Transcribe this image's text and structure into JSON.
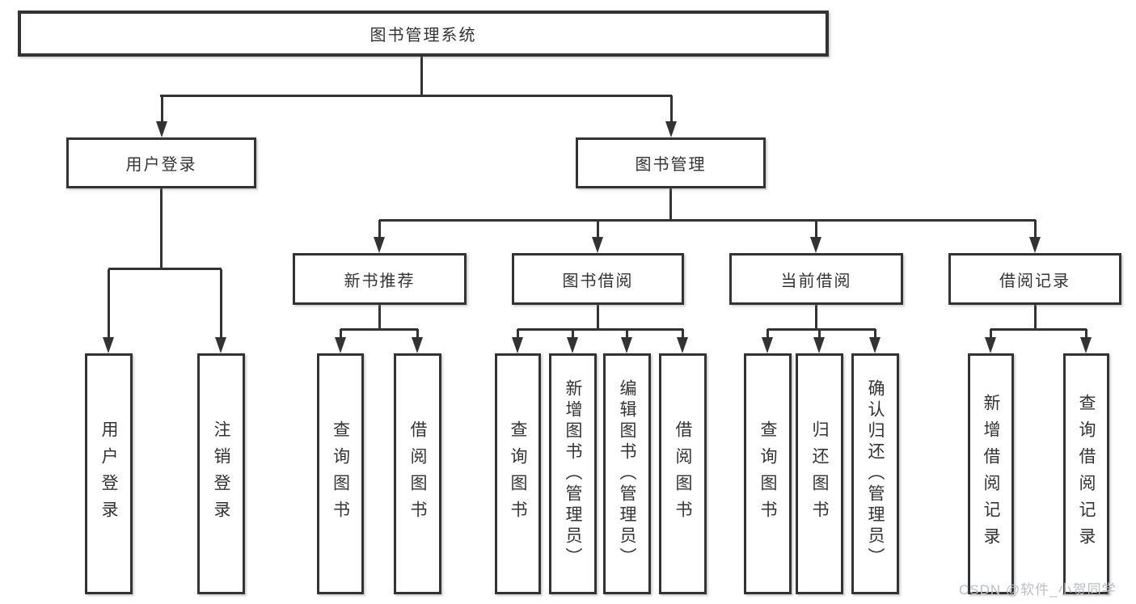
{
  "nodes": {
    "root": "图书管理系统",
    "level2": [
      "用户登录",
      "图书管理"
    ],
    "level3": [
      "新书推荐",
      "图书借阅",
      "当前借阅",
      "借阅记录"
    ],
    "leaves": {
      "user_login": [
        "用户登录",
        "注销登录"
      ],
      "new_book": [
        "查询图书",
        "借阅图书"
      ],
      "borrow": [
        "查询图书",
        "新增图书（管理员）",
        "编辑图书（管理员）",
        "借阅图书"
      ],
      "current": [
        "查询图书",
        "归还图书",
        "确认归还（管理员）"
      ],
      "records": [
        "新增借阅记录",
        "查询借阅记录"
      ]
    }
  },
  "watermark": "CSDN @软件_小贺同学",
  "colors": {
    "line": "#333333",
    "text": "#333333",
    "box_background": "#ffffff",
    "watermark": "#b9bdc4"
  }
}
